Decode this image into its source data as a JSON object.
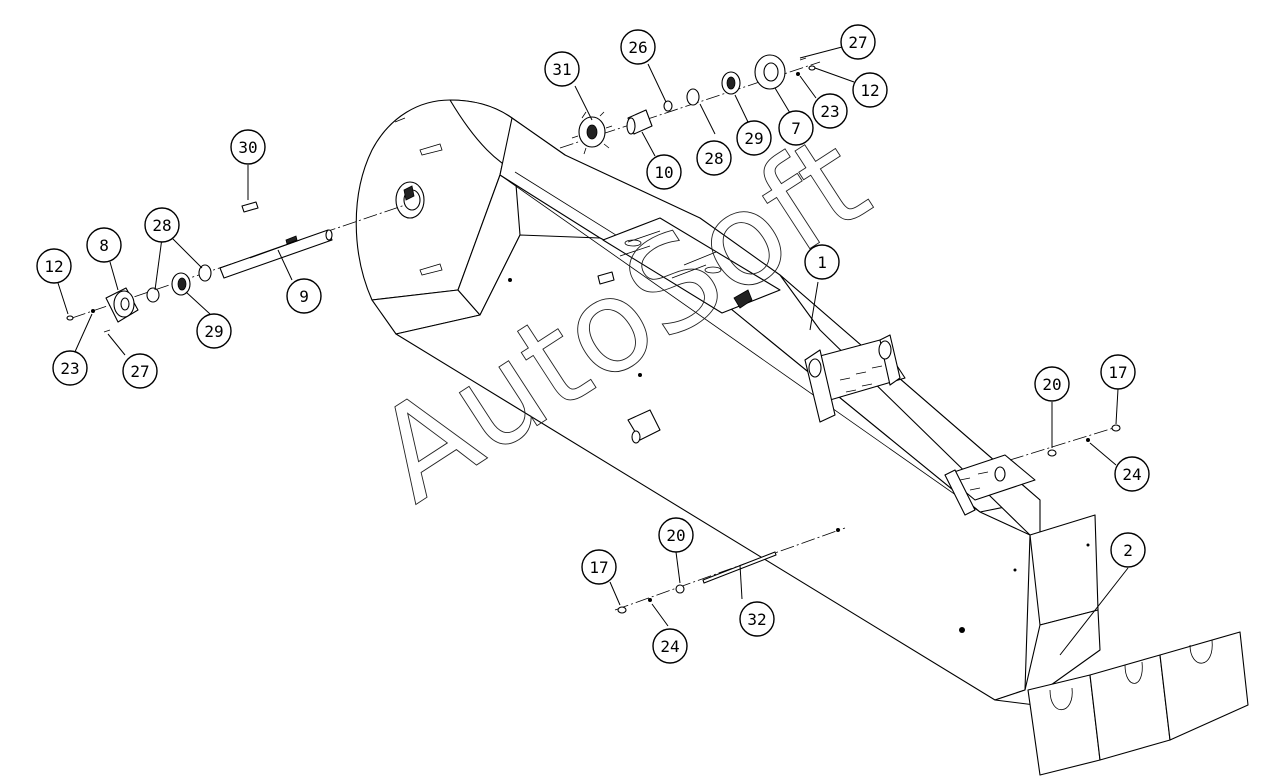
{
  "watermark": "AutoSoft",
  "callouts": [
    {
      "id": "c31",
      "label": "31"
    },
    {
      "id": "c26",
      "label": "26"
    },
    {
      "id": "c27a",
      "label": "27"
    },
    {
      "id": "c12a",
      "label": "12"
    },
    {
      "id": "c23a",
      "label": "23"
    },
    {
      "id": "c7",
      "label": "7"
    },
    {
      "id": "c29a",
      "label": "29"
    },
    {
      "id": "c28a",
      "label": "28"
    },
    {
      "id": "c10",
      "label": "10"
    },
    {
      "id": "c30",
      "label": "30"
    },
    {
      "id": "c8",
      "label": "8"
    },
    {
      "id": "c28b",
      "label": "28"
    },
    {
      "id": "c12b",
      "label": "12"
    },
    {
      "id": "c9",
      "label": "9"
    },
    {
      "id": "c29b",
      "label": "29"
    },
    {
      "id": "c23b",
      "label": "23"
    },
    {
      "id": "c27b",
      "label": "27"
    },
    {
      "id": "c1",
      "label": "1"
    },
    {
      "id": "c20a",
      "label": "20"
    },
    {
      "id": "c17a",
      "label": "17"
    },
    {
      "id": "c24a",
      "label": "24"
    },
    {
      "id": "c20b",
      "label": "20"
    },
    {
      "id": "c17b",
      "label": "17"
    },
    {
      "id": "c24b",
      "label": "24"
    },
    {
      "id": "c32",
      "label": "32"
    },
    {
      "id": "c2",
      "label": "2"
    }
  ]
}
